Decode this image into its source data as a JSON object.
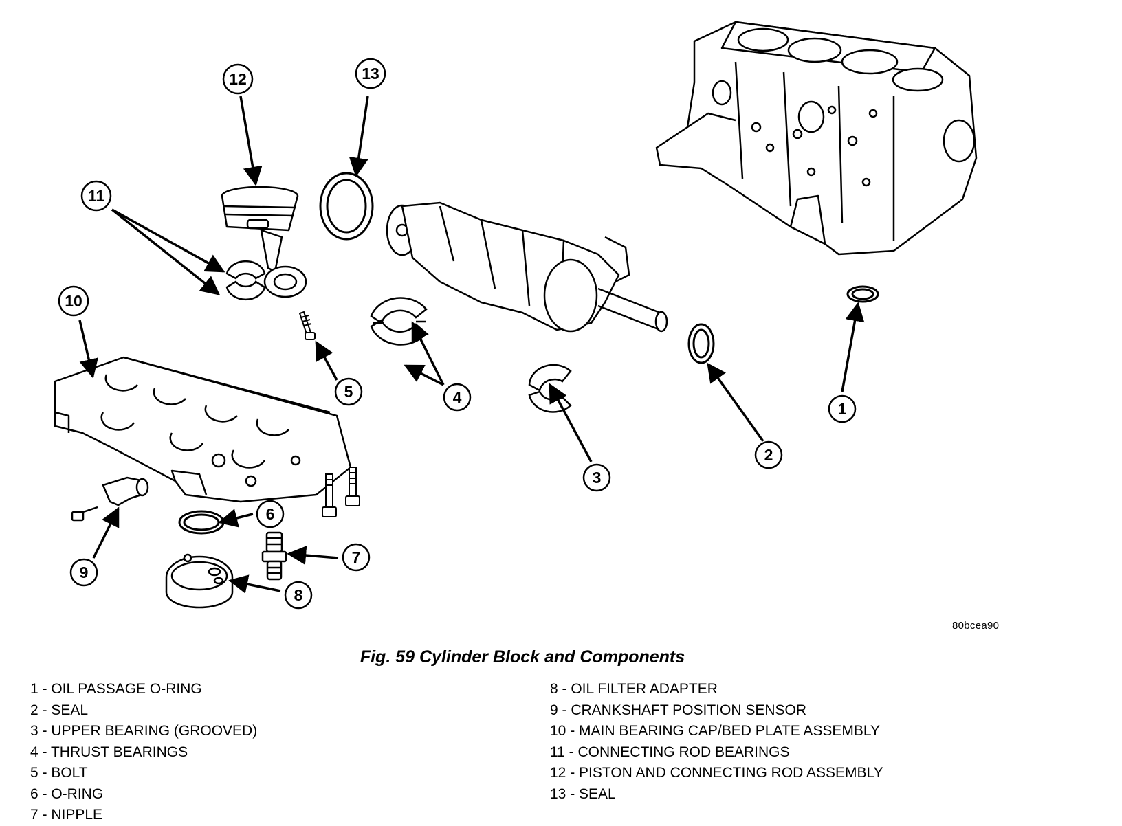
{
  "figure": {
    "ref_code": "80bcea90",
    "caption": "Fig. 59 Cylinder Block and Components",
    "callouts": [
      "1",
      "2",
      "3",
      "4",
      "5",
      "6",
      "7",
      "8",
      "9",
      "10",
      "11",
      "12",
      "13"
    ]
  },
  "legend": {
    "left": [
      "1 - OIL PASSAGE O-RING",
      "2 - SEAL",
      "3 - UPPER BEARING (GROOVED)",
      "4 - THRUST BEARINGS",
      "5 - BOLT",
      "6 - O-RING",
      "7 - NIPPLE"
    ],
    "right": [
      "8 - OIL FILTER ADAPTER",
      "9 - CRANKSHAFT POSITION SENSOR",
      "10 - MAIN BEARING CAP/BED PLATE ASSEMBLY",
      "11 - CONNECTING ROD BEARINGS",
      "12 - PISTON AND CONNECTING ROD ASSEMBLY",
      "13 - SEAL"
    ]
  }
}
